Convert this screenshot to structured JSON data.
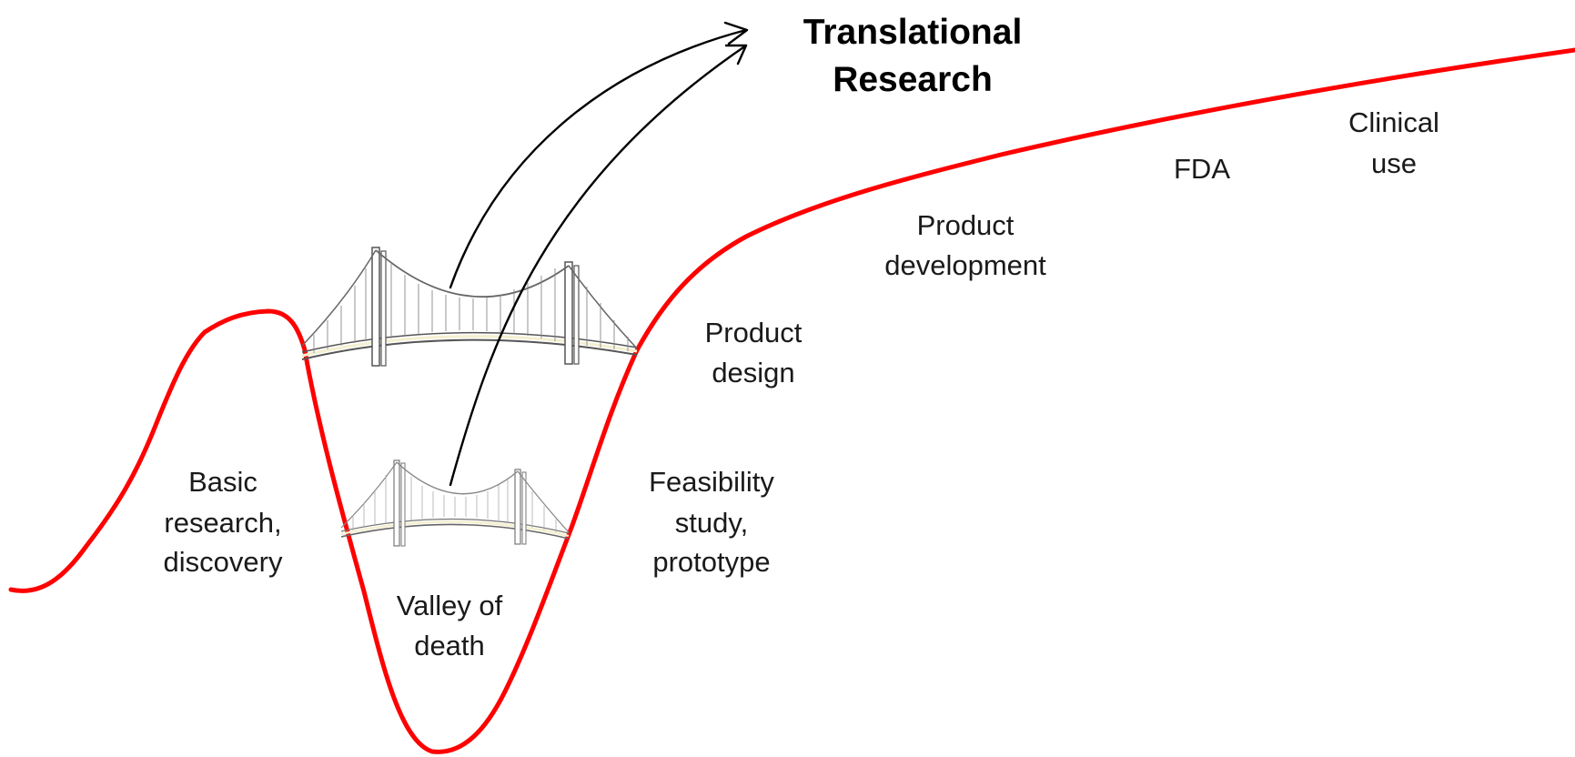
{
  "title": {
    "line1": "Translational",
    "line2": "Research"
  },
  "stages": {
    "basic_research": [
      "Basic",
      "research,",
      "discovery"
    ],
    "valley": [
      "Valley of",
      "death"
    ],
    "feasibility": [
      "Feasibility",
      "study,",
      "prototype"
    ],
    "product_design": [
      "Product",
      "design"
    ],
    "product_development": [
      "Product",
      "development"
    ],
    "fda": [
      "FDA"
    ],
    "clinical_use": [
      "Clinical",
      "use"
    ]
  },
  "colors": {
    "curve": "#ff0000",
    "arrows": "#000000",
    "bridge_line": "#555555",
    "bridge_deck": "#f4efcf"
  },
  "icons": [
    "bridge-icon",
    "arrow-icon"
  ]
}
